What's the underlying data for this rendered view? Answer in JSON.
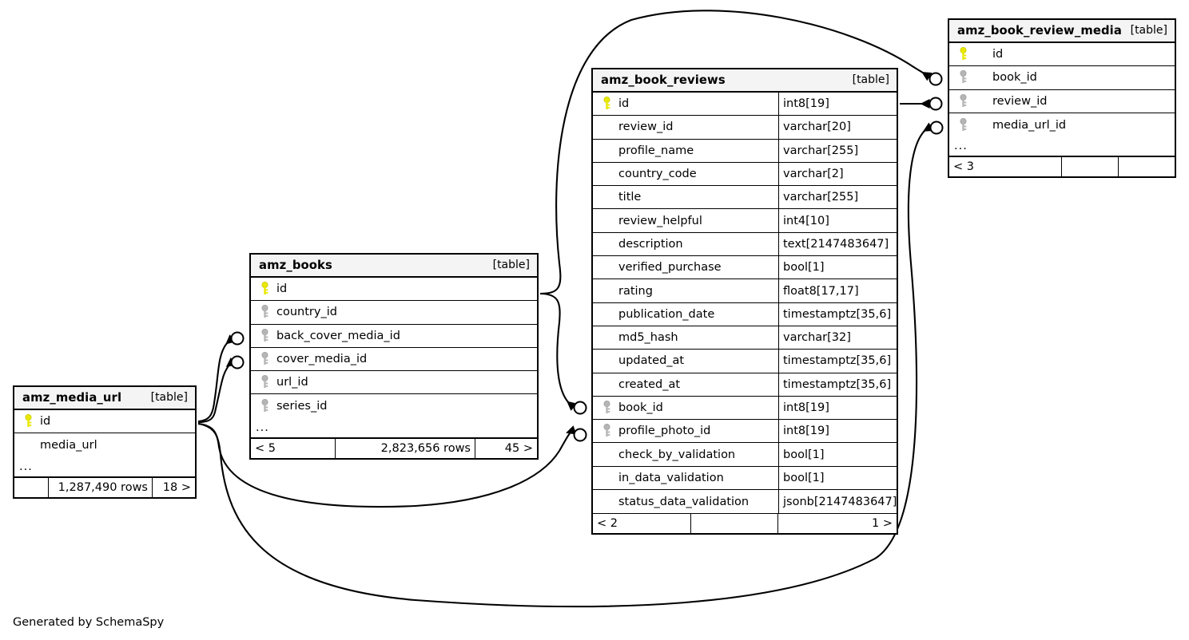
{
  "meta": {
    "credit": "Generated by SchemaSpy",
    "table_tag": "[table]",
    "ellipsis": "...",
    "pk_icon": "key-icon-primary",
    "fk_icon": "key-icon-foreign",
    "colors": {
      "primary_key": "#e8e800",
      "foreign_key": "#b0b0b0",
      "header_bg": "#f4f4f4",
      "border": "#000000",
      "background": "#ffffff",
      "text": "#000000"
    }
  },
  "tables": [
    {
      "id": "amz_book_reviews",
      "name": "amz_book_reviews",
      "tag": "[table]",
      "has_type_column": true,
      "columns": [
        {
          "name": "id",
          "type": "int8[19]",
          "key": "pk"
        },
        {
          "name": "review_id",
          "type": "varchar[20]",
          "key": "none"
        },
        {
          "name": "profile_name",
          "type": "varchar[255]",
          "key": "none"
        },
        {
          "name": "country_code",
          "type": "varchar[2]",
          "key": "none"
        },
        {
          "name": "title",
          "type": "varchar[255]",
          "key": "none"
        },
        {
          "name": "review_helpful",
          "type": "int4[10]",
          "key": "none"
        },
        {
          "name": "description",
          "type": "text[2147483647]",
          "key": "none"
        },
        {
          "name": "verified_purchase",
          "type": "bool[1]",
          "key": "none"
        },
        {
          "name": "rating",
          "type": "float8[17,17]",
          "key": "none"
        },
        {
          "name": "publication_date",
          "type": "timestamptz[35,6]",
          "key": "none"
        },
        {
          "name": "md5_hash",
          "type": "varchar[32]",
          "key": "none"
        },
        {
          "name": "updated_at",
          "type": "timestamptz[35,6]",
          "key": "none"
        },
        {
          "name": "created_at",
          "type": "timestamptz[35,6]",
          "key": "none"
        },
        {
          "name": "book_id",
          "type": "int8[19]",
          "key": "fk"
        },
        {
          "name": "profile_photo_id",
          "type": "int8[19]",
          "key": "fk"
        },
        {
          "name": "check_by_validation",
          "type": "bool[1]",
          "key": "none"
        },
        {
          "name": "in_data_validation",
          "type": "bool[1]",
          "key": "none"
        },
        {
          "name": "status_data_validation",
          "type": "jsonb[2147483647]",
          "key": "none"
        }
      ],
      "show_ellipsis": false,
      "footer": [
        "< 2",
        "",
        "1 >"
      ]
    },
    {
      "id": "amz_book_review_media",
      "name": "amz_book_review_media",
      "tag": "[table]",
      "has_type_column": false,
      "columns": [
        {
          "name": "id",
          "type": "",
          "key": "pk"
        },
        {
          "name": "book_id",
          "type": "",
          "key": "fk"
        },
        {
          "name": "review_id",
          "type": "",
          "key": "fk"
        },
        {
          "name": "media_url_id",
          "type": "",
          "key": "fk"
        }
      ],
      "show_ellipsis": true,
      "footer": [
        "< 3",
        "",
        ""
      ]
    },
    {
      "id": "amz_books",
      "name": "amz_books",
      "tag": "[table]",
      "has_type_column": false,
      "columns": [
        {
          "name": "id",
          "type": "",
          "key": "pk"
        },
        {
          "name": "country_id",
          "type": "",
          "key": "fk"
        },
        {
          "name": "back_cover_media_id",
          "type": "",
          "key": "fk"
        },
        {
          "name": "cover_media_id",
          "type": "",
          "key": "fk"
        },
        {
          "name": "url_id",
          "type": "",
          "key": "fk"
        },
        {
          "name": "series_id",
          "type": "",
          "key": "fk"
        }
      ],
      "show_ellipsis": true,
      "footer": [
        "< 5",
        "2,823,656 rows",
        "45 >"
      ]
    },
    {
      "id": "amz_media_url",
      "name": "amz_media_url",
      "tag": "[table]",
      "has_type_column": false,
      "columns": [
        {
          "name": "id",
          "type": "",
          "key": "pk"
        },
        {
          "name": "media_url",
          "type": "",
          "key": "none"
        }
      ],
      "show_ellipsis": true,
      "footer": [
        "",
        "1,287,490 rows",
        "18 >"
      ]
    }
  ],
  "relationships": [
    {
      "from_table": "amz_book_reviews",
      "from_column": "id",
      "to_table": "amz_book_review_media",
      "to_column": "review_id"
    },
    {
      "from_table": "amz_books",
      "from_column": "id",
      "to_table": "amz_book_review_media",
      "to_column": "book_id"
    },
    {
      "from_table": "amz_books",
      "from_column": "id",
      "to_table": "amz_book_reviews",
      "to_column": "book_id"
    },
    {
      "from_table": "amz_media_url",
      "from_column": "id",
      "to_table": "amz_books",
      "to_column": "back_cover_media_id"
    },
    {
      "from_table": "amz_media_url",
      "from_column": "id",
      "to_table": "amz_books",
      "to_column": "cover_media_id"
    },
    {
      "from_table": "amz_media_url",
      "from_column": "id",
      "to_table": "amz_book_reviews",
      "to_column": "profile_photo_id"
    },
    {
      "from_table": "amz_media_url",
      "from_column": "id",
      "to_table": "amz_book_review_media",
      "to_column": "media_url_id"
    }
  ]
}
